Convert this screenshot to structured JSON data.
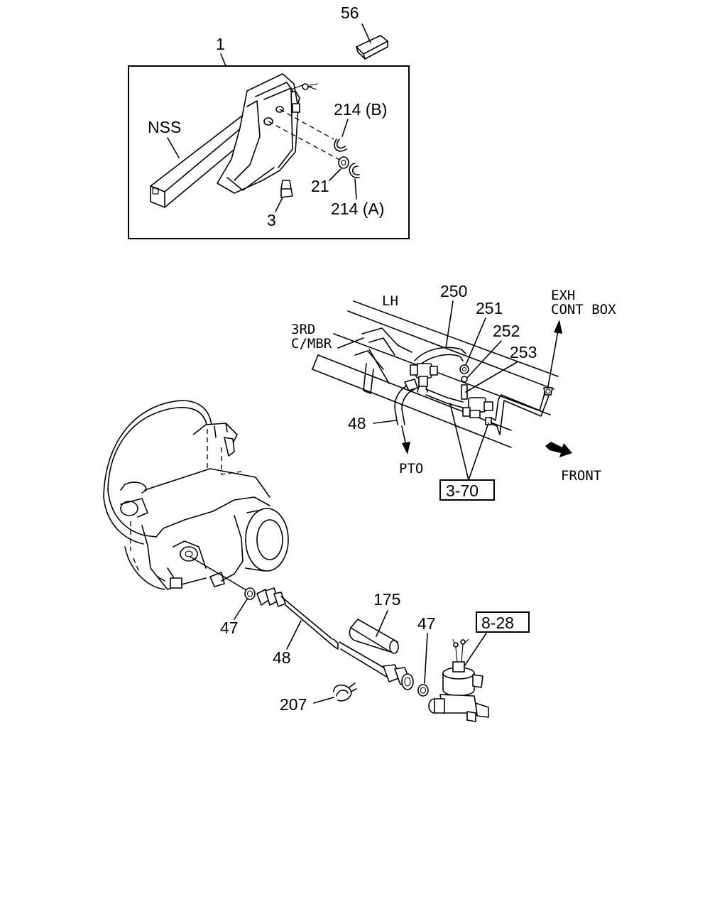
{
  "callouts": {
    "c56": "56",
    "c1": "1",
    "nss": "NSS",
    "c214b": "214 (B)",
    "c21": "21",
    "c214a": "214 (A)",
    "c3": "3",
    "lh": "LH",
    "c250": "250",
    "c251": "251",
    "c252": "252",
    "c253": "253",
    "exh_line1": "EXH",
    "exh_line2": "CONT BOX",
    "third_line1": "3RD",
    "third_line2": "C/MBR",
    "c48_upper": "48",
    "pto": "PTO",
    "ref_3_70": "3-70",
    "front": "FRONT",
    "c175": "175",
    "c47_left": "47",
    "c47_right": "47",
    "ref_8_28": "8-28",
    "c48_lower": "48",
    "c207": "207"
  }
}
